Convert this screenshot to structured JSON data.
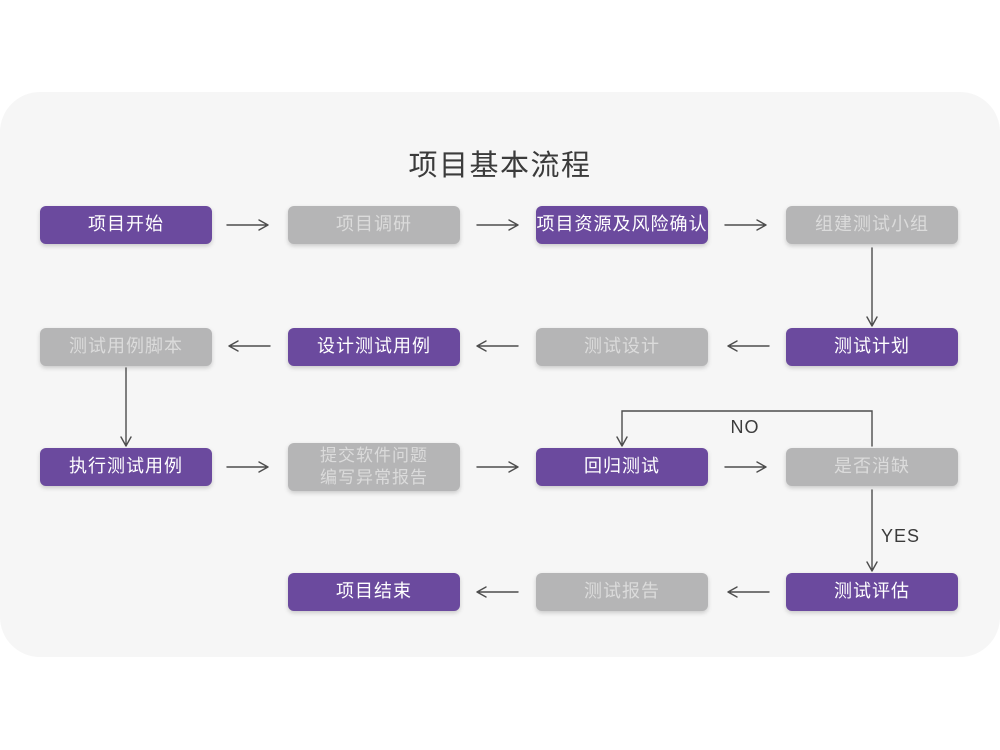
{
  "title": "项目基本流程",
  "colors": {
    "accent_purple": "#6b4a9e",
    "node_gray": "#b5b5b6",
    "node_text_light": "#ffffff",
    "gray_node_text": "#dbdbdb",
    "canvas": "#f6f6f6",
    "background": "#ffffff",
    "line": "#4d4d4d",
    "title_text": "#3b3b3b"
  },
  "decision_labels": {
    "no": "NO",
    "yes": "YES"
  },
  "nodes": {
    "project_start": {
      "label": "项目开始",
      "type": "purple"
    },
    "project_research": {
      "label": "项目调研",
      "type": "gray"
    },
    "resources_risk": {
      "label": "项目资源及风险确认",
      "type": "purple"
    },
    "build_test_team": {
      "label": "组建测试小组",
      "type": "gray"
    },
    "test_case_script": {
      "label": "测试用例脚本",
      "type": "gray"
    },
    "design_test_case": {
      "label": "设计测试用例",
      "type": "purple"
    },
    "test_design": {
      "label": "测试设计",
      "type": "gray"
    },
    "test_plan": {
      "label": "测试计划",
      "type": "purple"
    },
    "execute_test_case": {
      "label": "执行测试用例",
      "type": "purple"
    },
    "submit_issue_report": {
      "label": "提交软件问题\n编写异常报告",
      "type": "gray"
    },
    "regression_test": {
      "label": "回归测试",
      "type": "purple"
    },
    "defect_cleared": {
      "label": "是否消缺",
      "type": "gray"
    },
    "test_evaluation": {
      "label": "测试评估",
      "type": "purple"
    },
    "test_report": {
      "label": "测试报告",
      "type": "gray"
    },
    "project_end": {
      "label": "项目结束",
      "type": "purple"
    }
  },
  "edges": [
    {
      "from": "project_start",
      "to": "project_research",
      "label": ""
    },
    {
      "from": "project_research",
      "to": "resources_risk",
      "label": ""
    },
    {
      "from": "resources_risk",
      "to": "build_test_team",
      "label": ""
    },
    {
      "from": "build_test_team",
      "to": "test_plan",
      "label": ""
    },
    {
      "from": "test_plan",
      "to": "test_design",
      "label": ""
    },
    {
      "from": "test_design",
      "to": "design_test_case",
      "label": ""
    },
    {
      "from": "design_test_case",
      "to": "test_case_script",
      "label": ""
    },
    {
      "from": "test_case_script",
      "to": "execute_test_case",
      "label": ""
    },
    {
      "from": "execute_test_case",
      "to": "submit_issue_report",
      "label": ""
    },
    {
      "from": "submit_issue_report",
      "to": "regression_test",
      "label": ""
    },
    {
      "from": "regression_test",
      "to": "defect_cleared",
      "label": ""
    },
    {
      "from": "defect_cleared",
      "to": "regression_test",
      "label": "NO"
    },
    {
      "from": "defect_cleared",
      "to": "test_evaluation",
      "label": "YES"
    },
    {
      "from": "test_evaluation",
      "to": "test_report",
      "label": ""
    },
    {
      "from": "test_report",
      "to": "project_end",
      "label": ""
    }
  ]
}
